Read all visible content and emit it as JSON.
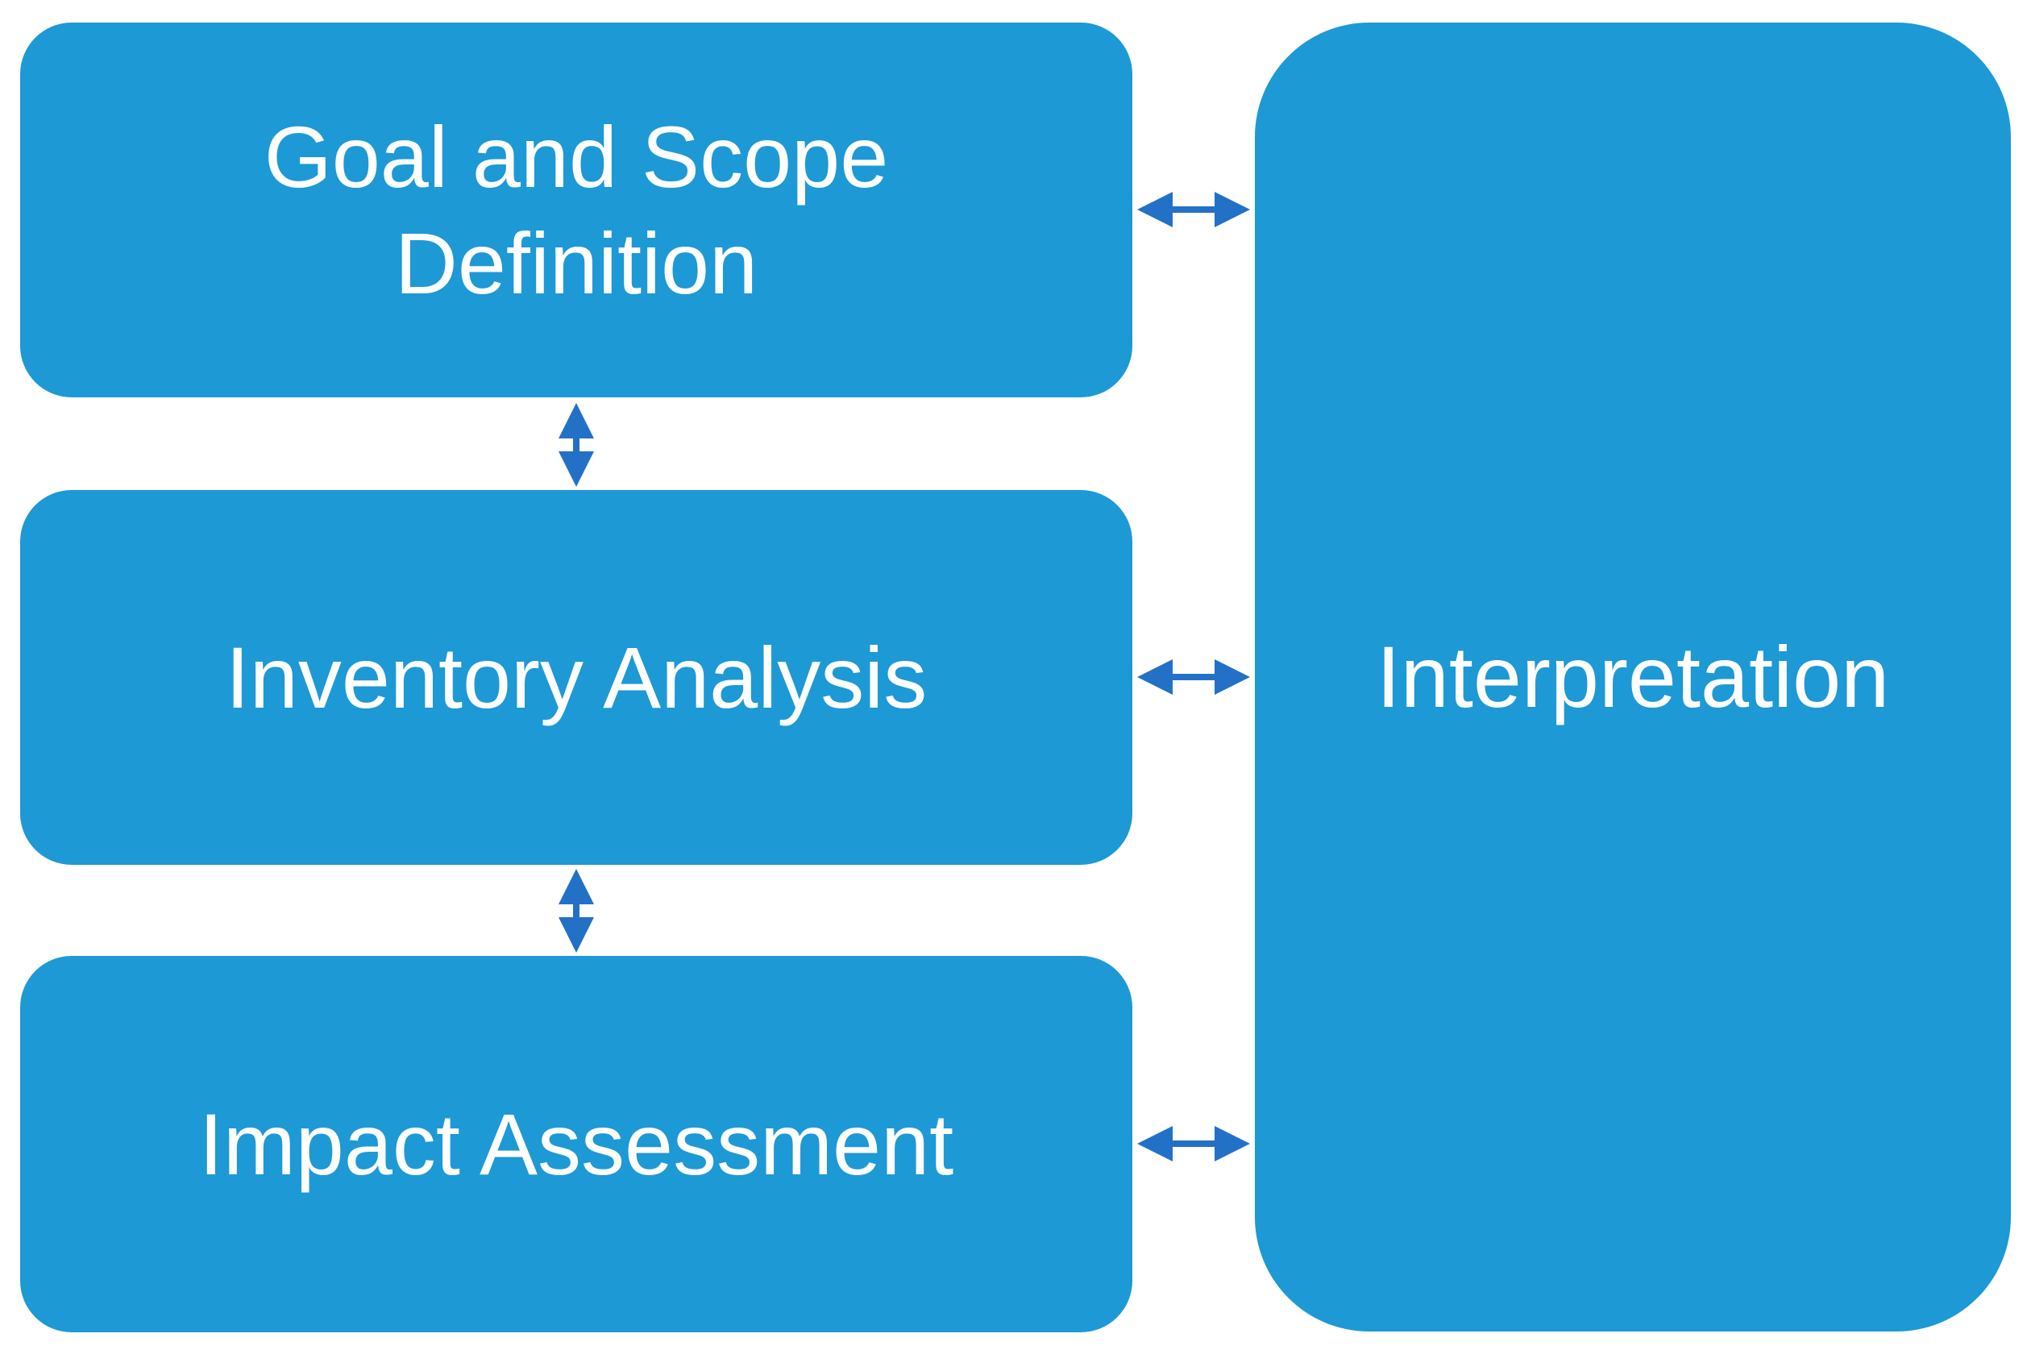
{
  "colors": {
    "background": "#ffffff",
    "box_fill": "#1d99d6",
    "arrow_fill": "#2371c7",
    "text": "#ffffff"
  },
  "boxes": {
    "goal_scope": {
      "label": "Goal and Scope Definition"
    },
    "inventory": {
      "label": "Inventory Analysis"
    },
    "impact": {
      "label": "Impact Assessment"
    },
    "interpretation": {
      "label": "Interpretation"
    }
  },
  "arrows": {
    "goal_interpretation": {
      "direction": "horizontal",
      "style": "bidirectional",
      "between": "Goal and Scope Definition ↔ Interpretation"
    },
    "inventory_interpretation": {
      "direction": "horizontal",
      "style": "bidirectional",
      "between": "Inventory Analysis ↔ Interpretation"
    },
    "impact_interpretation": {
      "direction": "horizontal",
      "style": "bidirectional",
      "between": "Impact Assessment ↔ Interpretation"
    },
    "goal_inventory": {
      "direction": "vertical",
      "style": "bidirectional",
      "between": "Goal and Scope Definition ↔ Inventory Analysis"
    },
    "inventory_impact": {
      "direction": "vertical",
      "style": "bidirectional",
      "between": "Inventory Analysis ↔ Impact Assessment"
    }
  }
}
